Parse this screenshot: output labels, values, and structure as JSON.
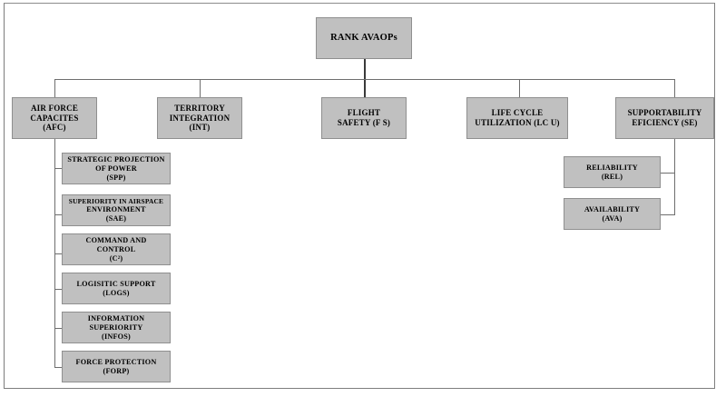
{
  "diagram": {
    "title_node": {
      "id": "root",
      "name": "rank-avaops",
      "lines": [
        "RANK AVAOPs"
      ]
    },
    "level2": [
      {
        "id": "afc",
        "name": "air-force-capacities",
        "lines": [
          "AIR FORCE",
          "CAPACITES",
          "(AFC)"
        ]
      },
      {
        "id": "int",
        "name": "territory-integration",
        "lines": [
          "TERRITORY",
          "INTEGRATION",
          "(INT)"
        ]
      },
      {
        "id": "fs",
        "name": "flight-safety",
        "lines": [
          "FLIGHT",
          "SAFETY (F S)"
        ]
      },
      {
        "id": "lcu",
        "name": "life-cycle-utilization",
        "lines": [
          "LIFE CYCLE",
          "UTILIZATION (LC U)"
        ]
      },
      {
        "id": "se",
        "name": "supportability-eficiency",
        "lines": [
          "SUPPORTABILITY",
          "EFICIENCY (SE)"
        ]
      }
    ],
    "afc_children": [
      {
        "id": "spp",
        "name": "strategic-projection-of-power",
        "lines": [
          "STRATEGIC PROJECTION",
          "OF POWER",
          "(SPP)"
        ]
      },
      {
        "id": "sae",
        "name": "superiority-in-airspace-environment",
        "lines": [
          "SUPERIORITY IN AIRSPACE",
          "ENVIRONMENT",
          "(SAE)"
        ]
      },
      {
        "id": "c2",
        "name": "command-and-control",
        "lines": [
          "COMMAND AND",
          "CONTROL",
          "(C²)"
        ]
      },
      {
        "id": "logs",
        "name": "logisitic-support",
        "lines": [
          "LOGISITIC SUPPORT",
          "(LOGS)"
        ]
      },
      {
        "id": "infos",
        "name": "information-superiority",
        "lines": [
          "INFORMATION",
          "SUPERIORITY",
          "(INFOS)"
        ]
      },
      {
        "id": "forp",
        "name": "force-protection",
        "lines": [
          "FORCE PROTECTION",
          "(FORP)"
        ]
      }
    ],
    "se_children": [
      {
        "id": "rel",
        "name": "reliability",
        "lines": [
          "RELIABILITY",
          "(REL)"
        ]
      },
      {
        "id": "ava",
        "name": "availability",
        "lines": [
          "AVAILABILITY",
          "(AVA)"
        ]
      }
    ],
    "colors": {
      "node_fill": "#c0c0c0",
      "node_border": "#8f8f8f",
      "connector": "#6e6e6e",
      "root_connector": "#3a3a3a",
      "frame": "#7d7d7d",
      "text": "#000000",
      "background": "#ffffff"
    }
  }
}
